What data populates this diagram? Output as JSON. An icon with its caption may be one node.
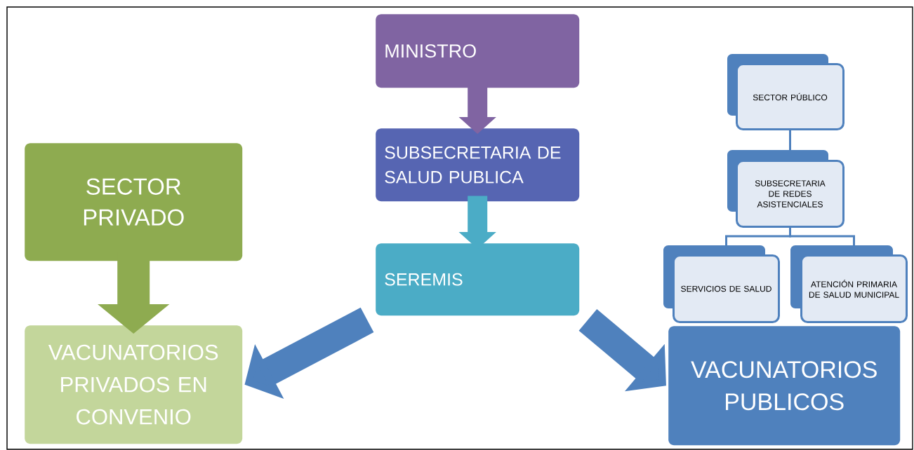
{
  "diagram": {
    "nodes": [
      {
        "text": [
          "MINISTRO"
        ]
      },
      {
        "text": [
          "SUBSECRETARIA DE SALUD PUBLICA"
        ]
      },
      {
        "text": [
          "SEREMIS"
        ]
      },
      {
        "text": [
          "SECTOR PRIVADO"
        ]
      },
      {
        "text": [
          "VACUNATORIOS PRIVADOS EN CONVENIO"
        ]
      },
      {
        "text": [
          "SECTOR PÚBLICO"
        ]
      },
      {
        "text": [
          "SUBSECRETARIA DE REDES ASISTENCIALES"
        ]
      },
      {
        "text": [
          "SERVICIOS DE SALUD"
        ]
      },
      {
        "text": [
          "ATENCIÓN PRIMARIA DE SALUD MUNICIPAL"
        ]
      },
      {
        "text": [
          "VACUNATORIOS PUBLICOS"
        ]
      }
    ],
    "edges": [
      {
        "from": 0,
        "to": 1,
        "arrow": "to",
        "color": "#8064a2"
      },
      {
        "from": 1,
        "to": 2,
        "arrow": "to",
        "color": "#4bacc6"
      },
      {
        "from": 3,
        "to": 4,
        "arrow": "to",
        "color": "#8eab50"
      },
      {
        "from": 2,
        "to": 4,
        "arrow": "to"
      },
      {
        "from": 2,
        "to": 9,
        "arrow": "to"
      },
      {
        "from": 5,
        "to": 6,
        "arrow": "none"
      },
      {
        "from": 6,
        "to": 7,
        "arrow": "none"
      },
      {
        "from": 6,
        "to": 8,
        "arrow": "none"
      }
    ]
  }
}
